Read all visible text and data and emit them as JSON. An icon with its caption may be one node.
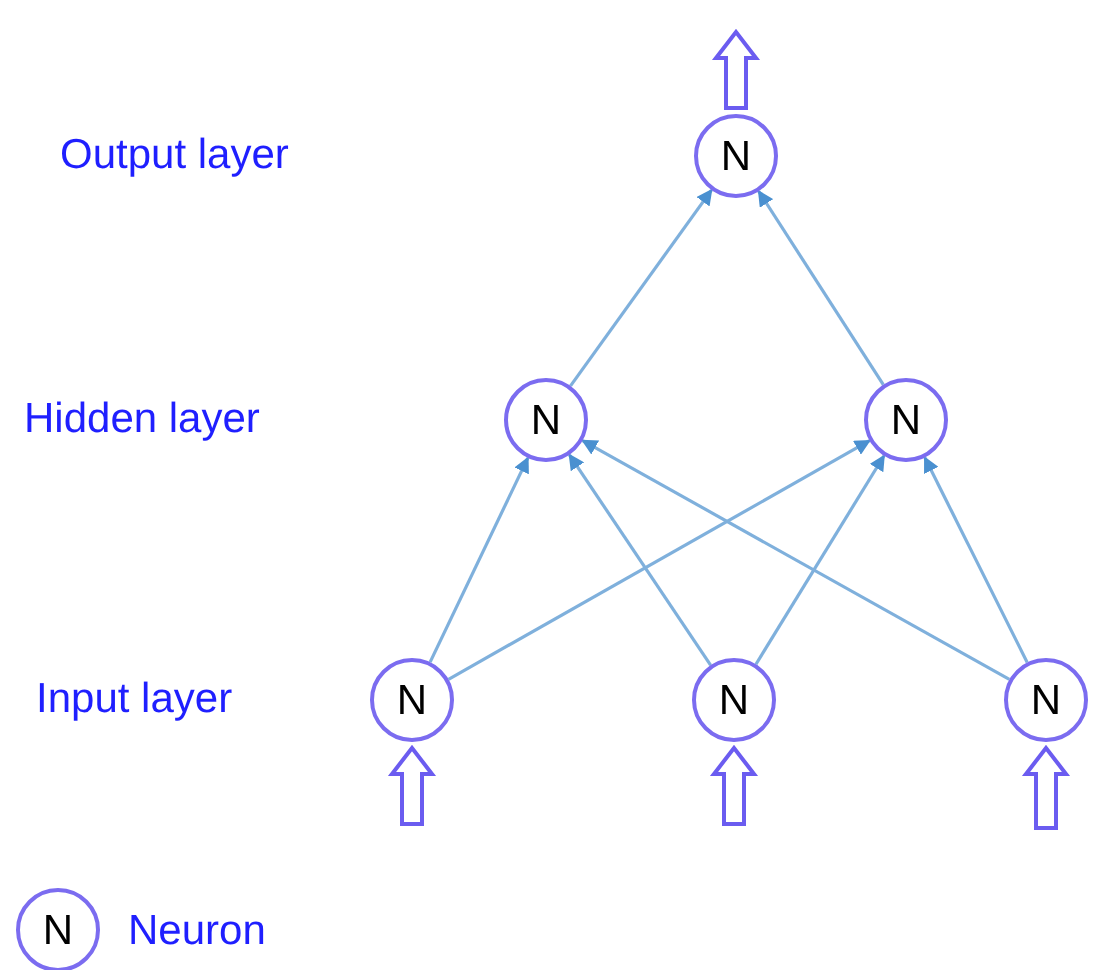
{
  "diagram": {
    "nodes": [
      {
        "text": [
          "N"
        ]
      },
      {
        "text": [
          "N"
        ]
      },
      {
        "text": [
          "N"
        ]
      },
      {
        "text": [
          "N"
        ]
      },
      {
        "text": [
          "N"
        ]
      },
      {
        "text": [
          "N"
        ]
      }
    ],
    "edges": [
      {
        "from": 3,
        "to": 1,
        "arrow": "to"
      },
      {
        "from": 3,
        "to": 2,
        "arrow": "to"
      },
      {
        "from": 4,
        "to": 1,
        "arrow": "to"
      },
      {
        "from": 4,
        "to": 2,
        "arrow": "to"
      },
      {
        "from": 5,
        "to": 1,
        "arrow": "to"
      },
      {
        "from": 5,
        "to": 2,
        "arrow": "to"
      },
      {
        "from": 1,
        "to": 0,
        "arrow": "to"
      },
      {
        "from": 2,
        "to": 0,
        "arrow": "to"
      },
      {
        "from": 0,
        "to": null,
        "arrow": "to",
        "style": "thick",
        "color": "#6b5cf0"
      },
      {
        "from": null,
        "to": 3,
        "arrow": "to",
        "style": "thick",
        "color": "#6b5cf0"
      },
      {
        "from": null,
        "to": 4,
        "arrow": "to",
        "style": "thick",
        "color": "#6b5cf0"
      },
      {
        "from": null,
        "to": 5,
        "arrow": "to",
        "style": "thick",
        "color": "#6b5cf0"
      }
    ],
    "labels": [
      "Output layer",
      "Hidden layer",
      "Input layer",
      "N"
    ],
    "legend": [
      {
        "text": "Neuron"
      }
    ]
  }
}
